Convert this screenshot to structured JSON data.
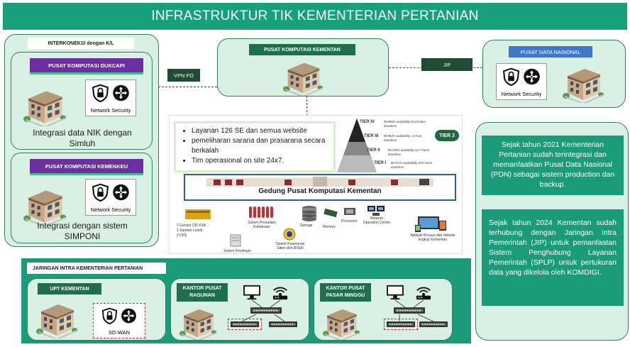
{
  "title": "INFRASTRUKTUR TIK KEMENTERIAN PERTANIAN",
  "interkoneksi": {
    "label": "INTERKONEKSI dengan K/L",
    "dukcapil": {
      "label": "PUSAT KOMPUTASI DUKCAPI",
      "network": "Network Security",
      "caption_1": "Integrasi data NIK dengan",
      "caption_2": "Simluh"
    },
    "kemenkeu": {
      "label": "PUSAT KOMPUTASI KEMENKEU",
      "network": "Network Security",
      "caption_1": "Integrasi dengan sistem",
      "caption_2": "SIMPONI"
    }
  },
  "vpn": "VPN FO",
  "jip": "JIP",
  "pusat_kementan": "PUSAT KOMPUTASI KEMENTAN",
  "pdn": {
    "label": "PUSAT DATA NASIONAL",
    "network": "Network Security"
  },
  "center": {
    "bullets": [
      "Layanan 126 SE dan semua website",
      "pemeliharan sarana dan prasarana secara",
      "berkalah",
      "Tim operasional on site  24x7."
    ],
    "tiers": [
      {
        "name": "TIER IV",
        "text": "99.995% availability 25 minutes downtime"
      },
      {
        "name": "TIER III",
        "text": "99.982% availability 1,6 hour downtime"
      },
      {
        "name": "TIER II",
        "text": "99.749% availability 22.7 hours downtime"
      },
      {
        "name": "TIER I",
        "text": "99.671% availability 28.8 hours downtime"
      }
    ],
    "tier_badge": "TIER 3",
    "building_caption": "Gedung Pusat Komputasi Kementan",
    "genset_list": [
      "1 Genset 135 KVA",
      "1 Sumber Listrik",
      "2 UPS"
    ],
    "items": {
      "pemadam": "Sistem Pemadam Kebakaran",
      "storage": "Storage",
      "memory": "Memory",
      "processor": "Processor",
      "noc": "Network Operation Center",
      "pendingin": "Sistem Pendingin",
      "keamanan": "Sistem Keamanan Siber oleh BSSN",
      "aplikasi": "Aplikasi Khusus dan website lingkup Kementan"
    }
  },
  "pdn_text": "Sejak tahun 2021 Kementerian Pertanian sudah terintegrasi dan memanfaatkan Pusat Data Nasional (PDN) sebagai sistem production dan backup.",
  "jip_text": "Sejak tahun 2024 Kementan sudah terhubung dengan Jaringan Intra Pemerintah (JIP) untuk pemanfaatan Sistem Penghubung Layanan Pemerintah (SPLP) untuk pertukuran data yang dikelola oleh KOMDIGI.",
  "jaringan": {
    "label": "JARINGAN INTRA KEMENTERIAN PERTANIAN",
    "upt": {
      "label": "UPT KEMENTAN",
      "sdwan": "SD-WAN"
    },
    "ragunan": {
      "label_1": "KANTOR PUSAT",
      "label_2": "RAGUNAN"
    },
    "pasar": {
      "label_1": "KANTOR PUSAT",
      "label_2": "PASAR MINGGU"
    }
  },
  "colors": {
    "title_bar": "#17a07a",
    "panel": "#d9f1e5",
    "purple": "#6b2fa2",
    "blue": "#3f78c8",
    "teal": "#1a9c7a"
  }
}
